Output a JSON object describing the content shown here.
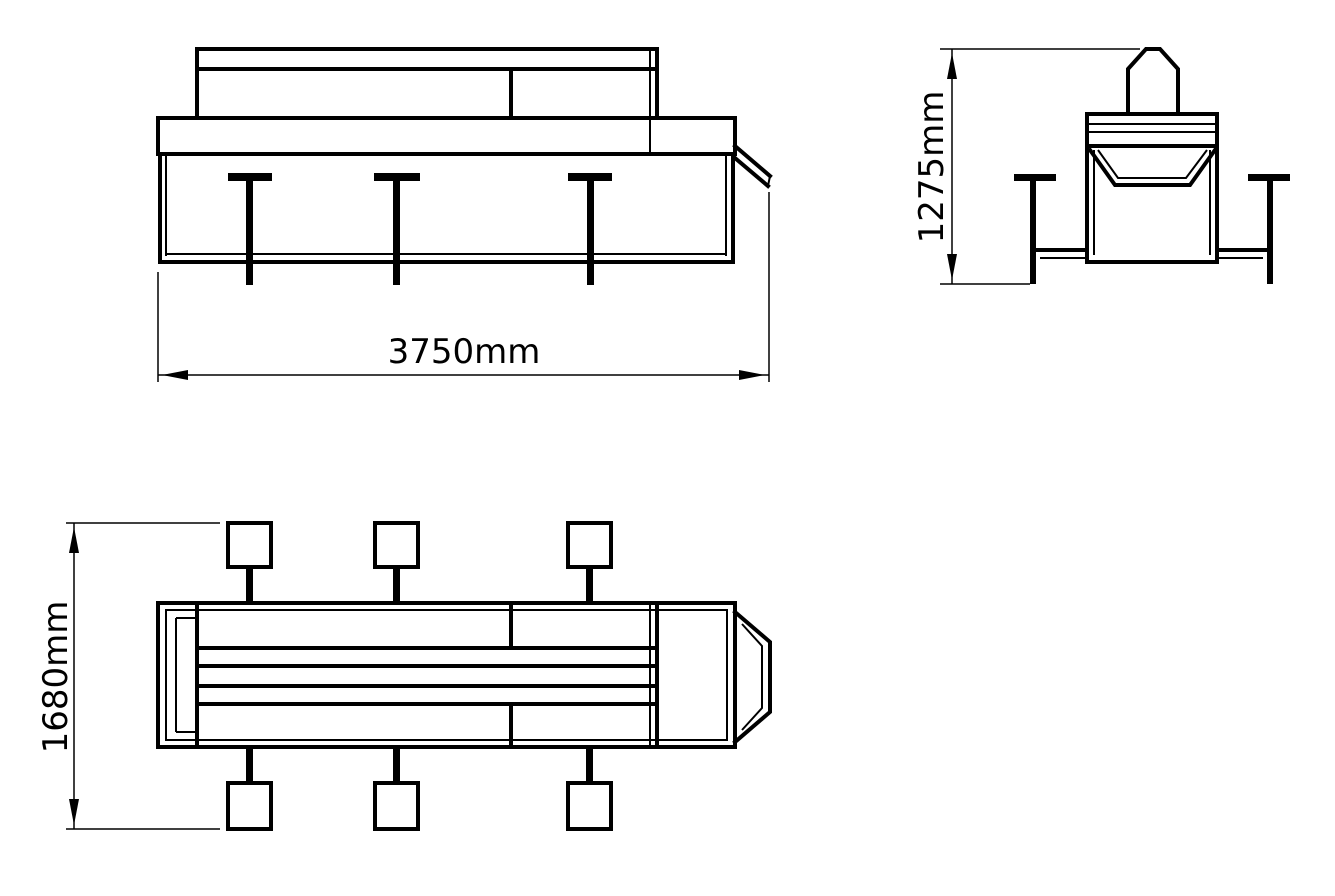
{
  "dimensions": {
    "length": "3750mm",
    "height": "1275mm",
    "width": "1680mm"
  },
  "colors": {
    "line": "#000000",
    "background": "#ffffff"
  }
}
